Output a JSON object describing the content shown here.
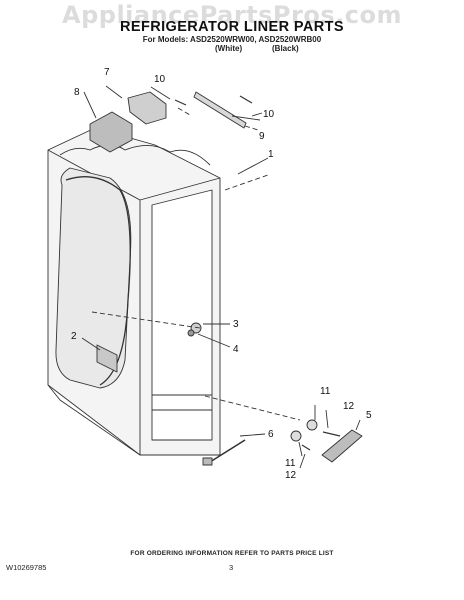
{
  "watermark": "AppliancePartsPros.com",
  "title": "REFRIGERATOR LINER PARTS",
  "models_line": "For Models: ASD2520WRW00, ASD2520WRB00",
  "variants": [
    "(White)",
    "(Black)"
  ],
  "callouts": {
    "c1": "1",
    "c2": "2",
    "c3": "3",
    "c4": "4",
    "c5": "5",
    "c6": "6",
    "c7": "7",
    "c8": "8",
    "c9": "9",
    "c10a": "10",
    "c10b": "10",
    "c11a": "11",
    "c11b": "11",
    "c12a": "12",
    "c12b": "12"
  },
  "footer": {
    "ordering_note": "FOR ORDERING INFORMATION REFER TO PARTS PRICE LIST",
    "doc_number": "W10269785",
    "page_number": "3"
  }
}
